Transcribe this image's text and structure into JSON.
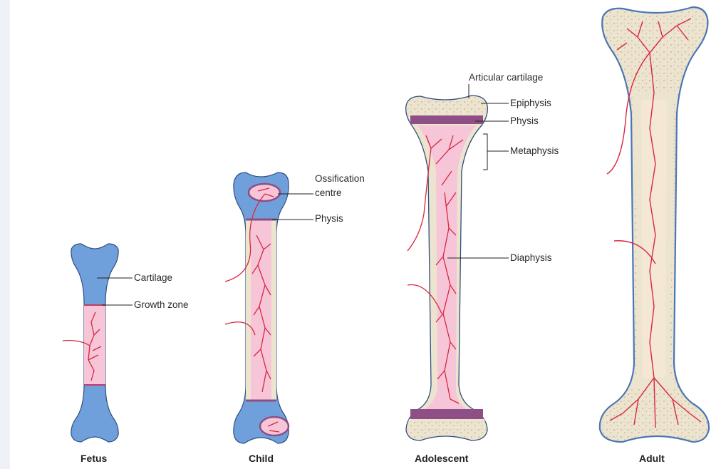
{
  "stages": {
    "fetus": "Fetus",
    "child": "Child",
    "adolescent": "Adolescent",
    "adult": "Adult"
  },
  "labels": {
    "cartilage": "Cartilage",
    "growth_zone": "Growth zone",
    "ossification_line1": "Ossification",
    "ossification_line2": "centre",
    "physis_child": "Physis",
    "articular_cartilage": "Articular cartilage",
    "epiphysis": "Epiphysis",
    "physis_adolescent": "Physis",
    "metaphysis": "Metaphysis",
    "diaphysis": "Diaphysis"
  },
  "colors": {
    "cartilage_blue": "#6fa0db",
    "pink_marrow": "#f6c6d8",
    "vessel_red": "#d8263f",
    "bone_cream": "#ede4cf",
    "physis_purple": "#8e4f86"
  }
}
